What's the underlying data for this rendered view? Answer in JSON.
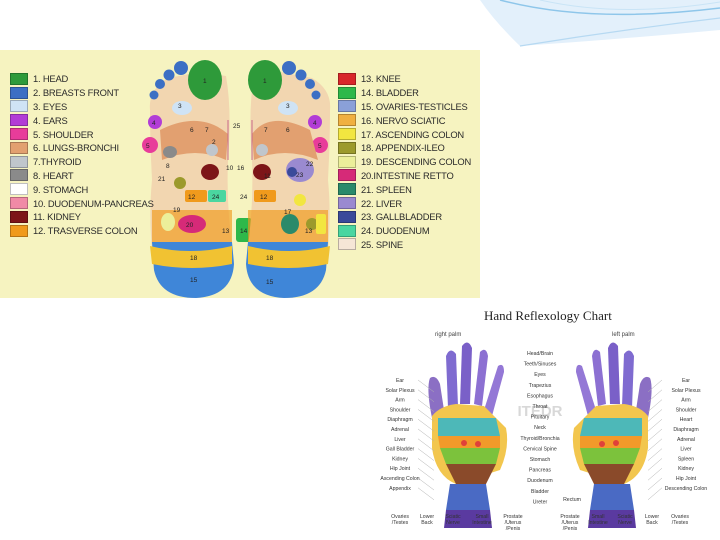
{
  "foot_chart": {
    "left_legend": [
      {
        "label": "1. HEAD",
        "color": "#2e9a3a"
      },
      {
        "label": "2. BREASTS FRONT",
        "color": "#3c6fc4"
      },
      {
        "label": "3. EYES",
        "color": "#cfe3f5"
      },
      {
        "label": "4. EARS",
        "color": "#b23cd6"
      },
      {
        "label": "5. SHOULDER",
        "color": "#e83c9a"
      },
      {
        "label": "6. LUNGS-BRONCHI",
        "color": "#e2a070"
      },
      {
        "label": "7.THYROID",
        "color": "#c0c6cc"
      },
      {
        "label": "8. HEART",
        "color": "#8a8a8a"
      },
      {
        "label": "9. STOMACH",
        "color": "#ffffff"
      },
      {
        "label": "10. DUODENUM-PANCREAS",
        "color": "#f08aa6"
      },
      {
        "label": "11. KIDNEY",
        "color": "#7d1518"
      },
      {
        "label": "12. TRASVERSE COLON",
        "color": "#f09a1c"
      }
    ],
    "right_legend": [
      {
        "label": "13. KNEE",
        "color": "#d8262a"
      },
      {
        "label": "14. BLADDER",
        "color": "#2eb84a"
      },
      {
        "label": "15. OVARIES-TESTICLES",
        "color": "#8aa0d8"
      },
      {
        "label": "16. NERVO SCIATIC",
        "color": "#f0b040"
      },
      {
        "label": "17. ASCENDING COLON",
        "color": "#f2e640"
      },
      {
        "label": "18. APPENDIX-ILEO",
        "color": "#9c9a2c"
      },
      {
        "label": "19. DESCENDING COLON",
        "color": "#ecef9a"
      },
      {
        "label": "20.INTESTINE RETTO",
        "color": "#d62a78"
      },
      {
        "label": "21. SPLEEN",
        "color": "#2a8a6a"
      },
      {
        "label": "22. LIVER",
        "color": "#9a8ad0"
      },
      {
        "label": "23. GALLBLADDER",
        "color": "#3a4a9a"
      },
      {
        "label": "24. DUODENUM",
        "color": "#4ad6a0"
      },
      {
        "label": "25. SPINE",
        "color": "#f6e6d6"
      }
    ],
    "foot_numbers": {
      "n1": "1",
      "n2": "2",
      "n3": "3",
      "n4": "4",
      "n5": "5",
      "n6": "6",
      "n7": "7",
      "n8": "8",
      "n10": "10",
      "n11": "11",
      "n12": "12",
      "n13": "13",
      "n14": "14",
      "n15": "15",
      "n16": "16",
      "n17": "17",
      "n18": "18",
      "n19": "19",
      "n20": "20",
      "n21": "21",
      "n22": "22",
      "n23": "23",
      "n24": "24",
      "n25": "25"
    }
  },
  "hand_chart": {
    "title": "Hand Reflexology Chart",
    "right_palm": "right palm",
    "left_palm": "left palm",
    "center_labels": [
      "Head/Brain",
      "Teeth/Sinuses",
      "Eyes",
      "Trapezius",
      "Esophagus",
      "Throat",
      "Pituitary",
      "Neck",
      "Thyroid/Bronchia",
      "Cervical Spine",
      "Stomach",
      "Pancreas",
      "Duodenum",
      "Bladder",
      "Ureter"
    ],
    "left_labels": [
      "Ear",
      "Solar Plexus",
      "Arm",
      "Shoulder",
      "Diaphragm",
      "Adrenal",
      "Liver",
      "Gall Bladder",
      "Kidney",
      "Hip Joint",
      "Ascending Colon",
      "Appendix"
    ],
    "right_labels": [
      "Ear",
      "Solar Plexus",
      "Arm",
      "Shoulder",
      "Heart",
      "Diaphragm",
      "Adrenal",
      "Liver",
      "Spleen",
      "Kidney",
      "Hip Joint",
      "Descending Colon"
    ],
    "bottom_labels": [
      "Ovaries /Testes",
      "Lower Back",
      "Sciatic Nerve",
      "Small Intestine",
      "Prostate /Uterus /Penis",
      "Rectum",
      "Prostate /Uterus /Penis",
      "Small Intestine",
      "Sciatic Nerve",
      "Lower Back",
      "Ovaries /Testes"
    ],
    "watermark": "ITEDR"
  }
}
